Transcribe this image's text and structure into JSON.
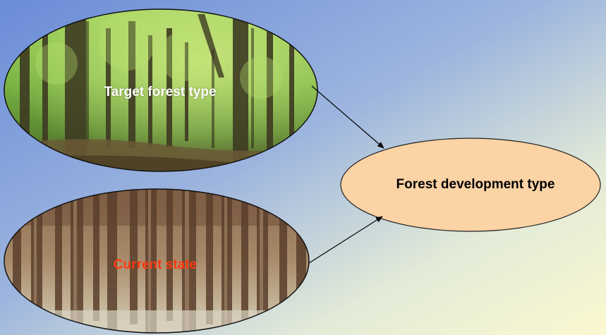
{
  "nodes": {
    "target_forest": {
      "label": "Target forest type",
      "image": "green beech forest photo"
    },
    "current_state": {
      "label": "Current state",
      "image": "pine stem forest photo"
    },
    "forest_development": {
      "label": "Forest development type"
    }
  },
  "edges": [
    {
      "from": "target_forest",
      "to": "forest_development"
    },
    {
      "from": "current_state",
      "to": "forest_development"
    }
  ],
  "colors": {
    "bg_top_left": "#6a8dd6",
    "bg_bottom_right": "#fbf8d2",
    "target_label": "#ffffff",
    "current_label": "#ff3a10",
    "fdt_fill": "#fcd3a5",
    "fdt_label": "#000000"
  }
}
